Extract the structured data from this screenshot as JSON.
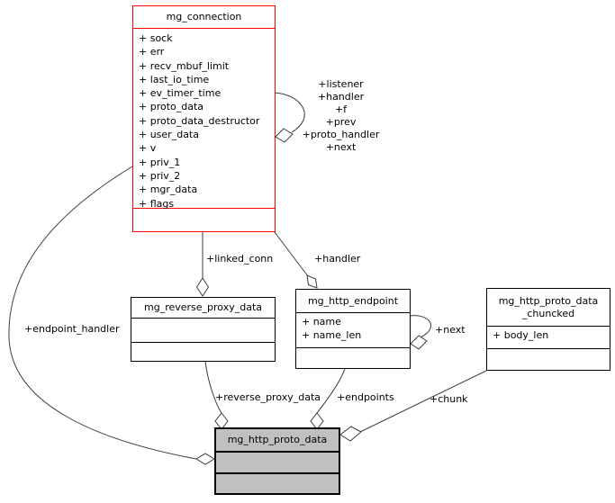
{
  "diagram_title": "mg_http_proto_data collaboration diagram",
  "colors": {
    "highlight_border": "#ff0000",
    "node_border": "#000000",
    "current_node_fill": "#c0c0c0",
    "node_fill": "#ffffff",
    "edge": "#3c3c3c",
    "background": "#ffffff"
  },
  "classes": {
    "connection": {
      "title": "mg_connection",
      "attrs": [
        "+ sock",
        "+ err",
        "+ recv_mbuf_limit",
        "+ last_io_time",
        "+ ev_timer_time",
        "+ proto_data",
        "+ proto_data_destructor",
        "+ user_data",
        "+ v",
        "+ priv_1",
        "+ priv_2",
        "+ mgr_data",
        "+ flags"
      ]
    },
    "reverse_proxy": {
      "title": "mg_reverse_proxy_data",
      "attrs": []
    },
    "endpoint": {
      "title": "mg_http_endpoint",
      "attrs": [
        "+ name",
        "+ name_len"
      ]
    },
    "chuncked": {
      "title_line1": "mg_http_proto_data",
      "title_line2": "_chuncked",
      "attrs": [
        "+ body_len"
      ]
    },
    "proto_data": {
      "title": "mg_http_proto_data",
      "attrs": []
    }
  },
  "edge_labels": {
    "self_loop_connection": [
      "+listener",
      "+handler",
      "+f",
      "+prev",
      "+proto_handler",
      "+next"
    ],
    "linked_conn": "+linked_conn",
    "handler": "+handler",
    "endpoint_handler": "+endpoint_handler",
    "reverse_proxy_data": "+reverse_proxy_data",
    "endpoints": "+endpoints",
    "chunk": "+chunk",
    "next": "+next"
  }
}
